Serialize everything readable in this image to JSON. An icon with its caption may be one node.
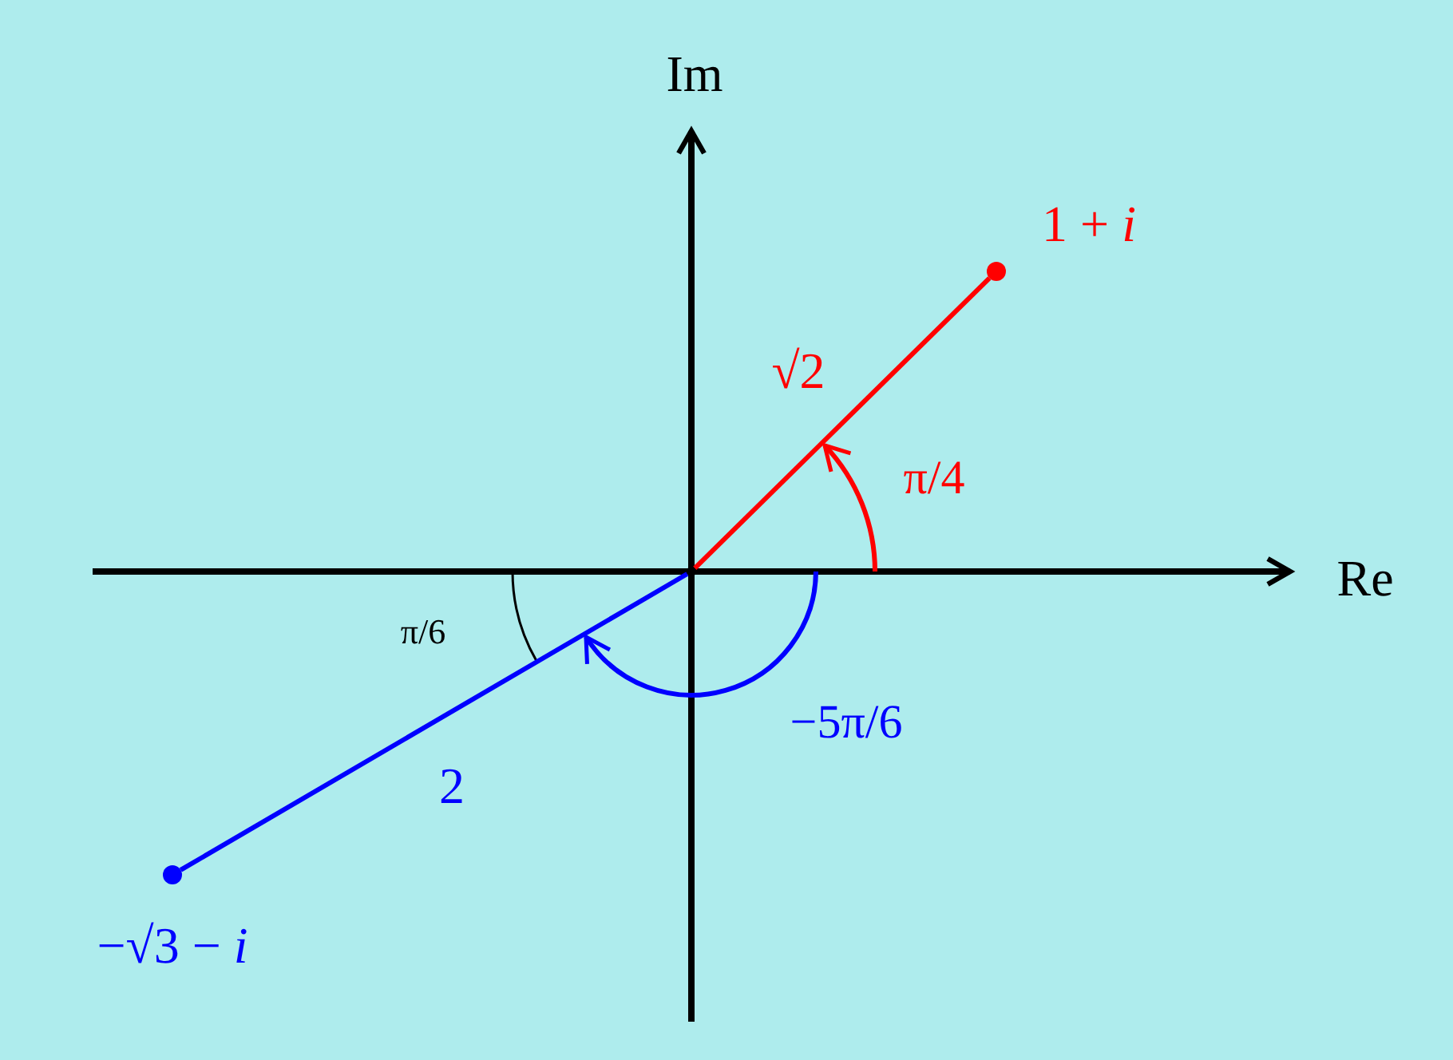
{
  "diagram": {
    "nodes": [
      {
        "text": [],
        "shape": "circle",
        "beside": [
          "1 + *i*"
        ]
      },
      {
        "text": [],
        "shape": "circle",
        "beside": [
          "−√3 − *i*"
        ]
      },
      {
        "text": [],
        "shape": "point"
      }
    ],
    "edges": [
      {
        "from": 2,
        "to": 0,
        "arrow": "none",
        "label": "√2",
        "color": "#ff0000"
      },
      {
        "from": 2,
        "to": 1,
        "arrow": "none",
        "label": "2",
        "color": "#0000ff"
      }
    ],
    "labels": [
      "Im",
      "Re",
      "π/4",
      "π/6",
      "−5π/6"
    ]
  }
}
